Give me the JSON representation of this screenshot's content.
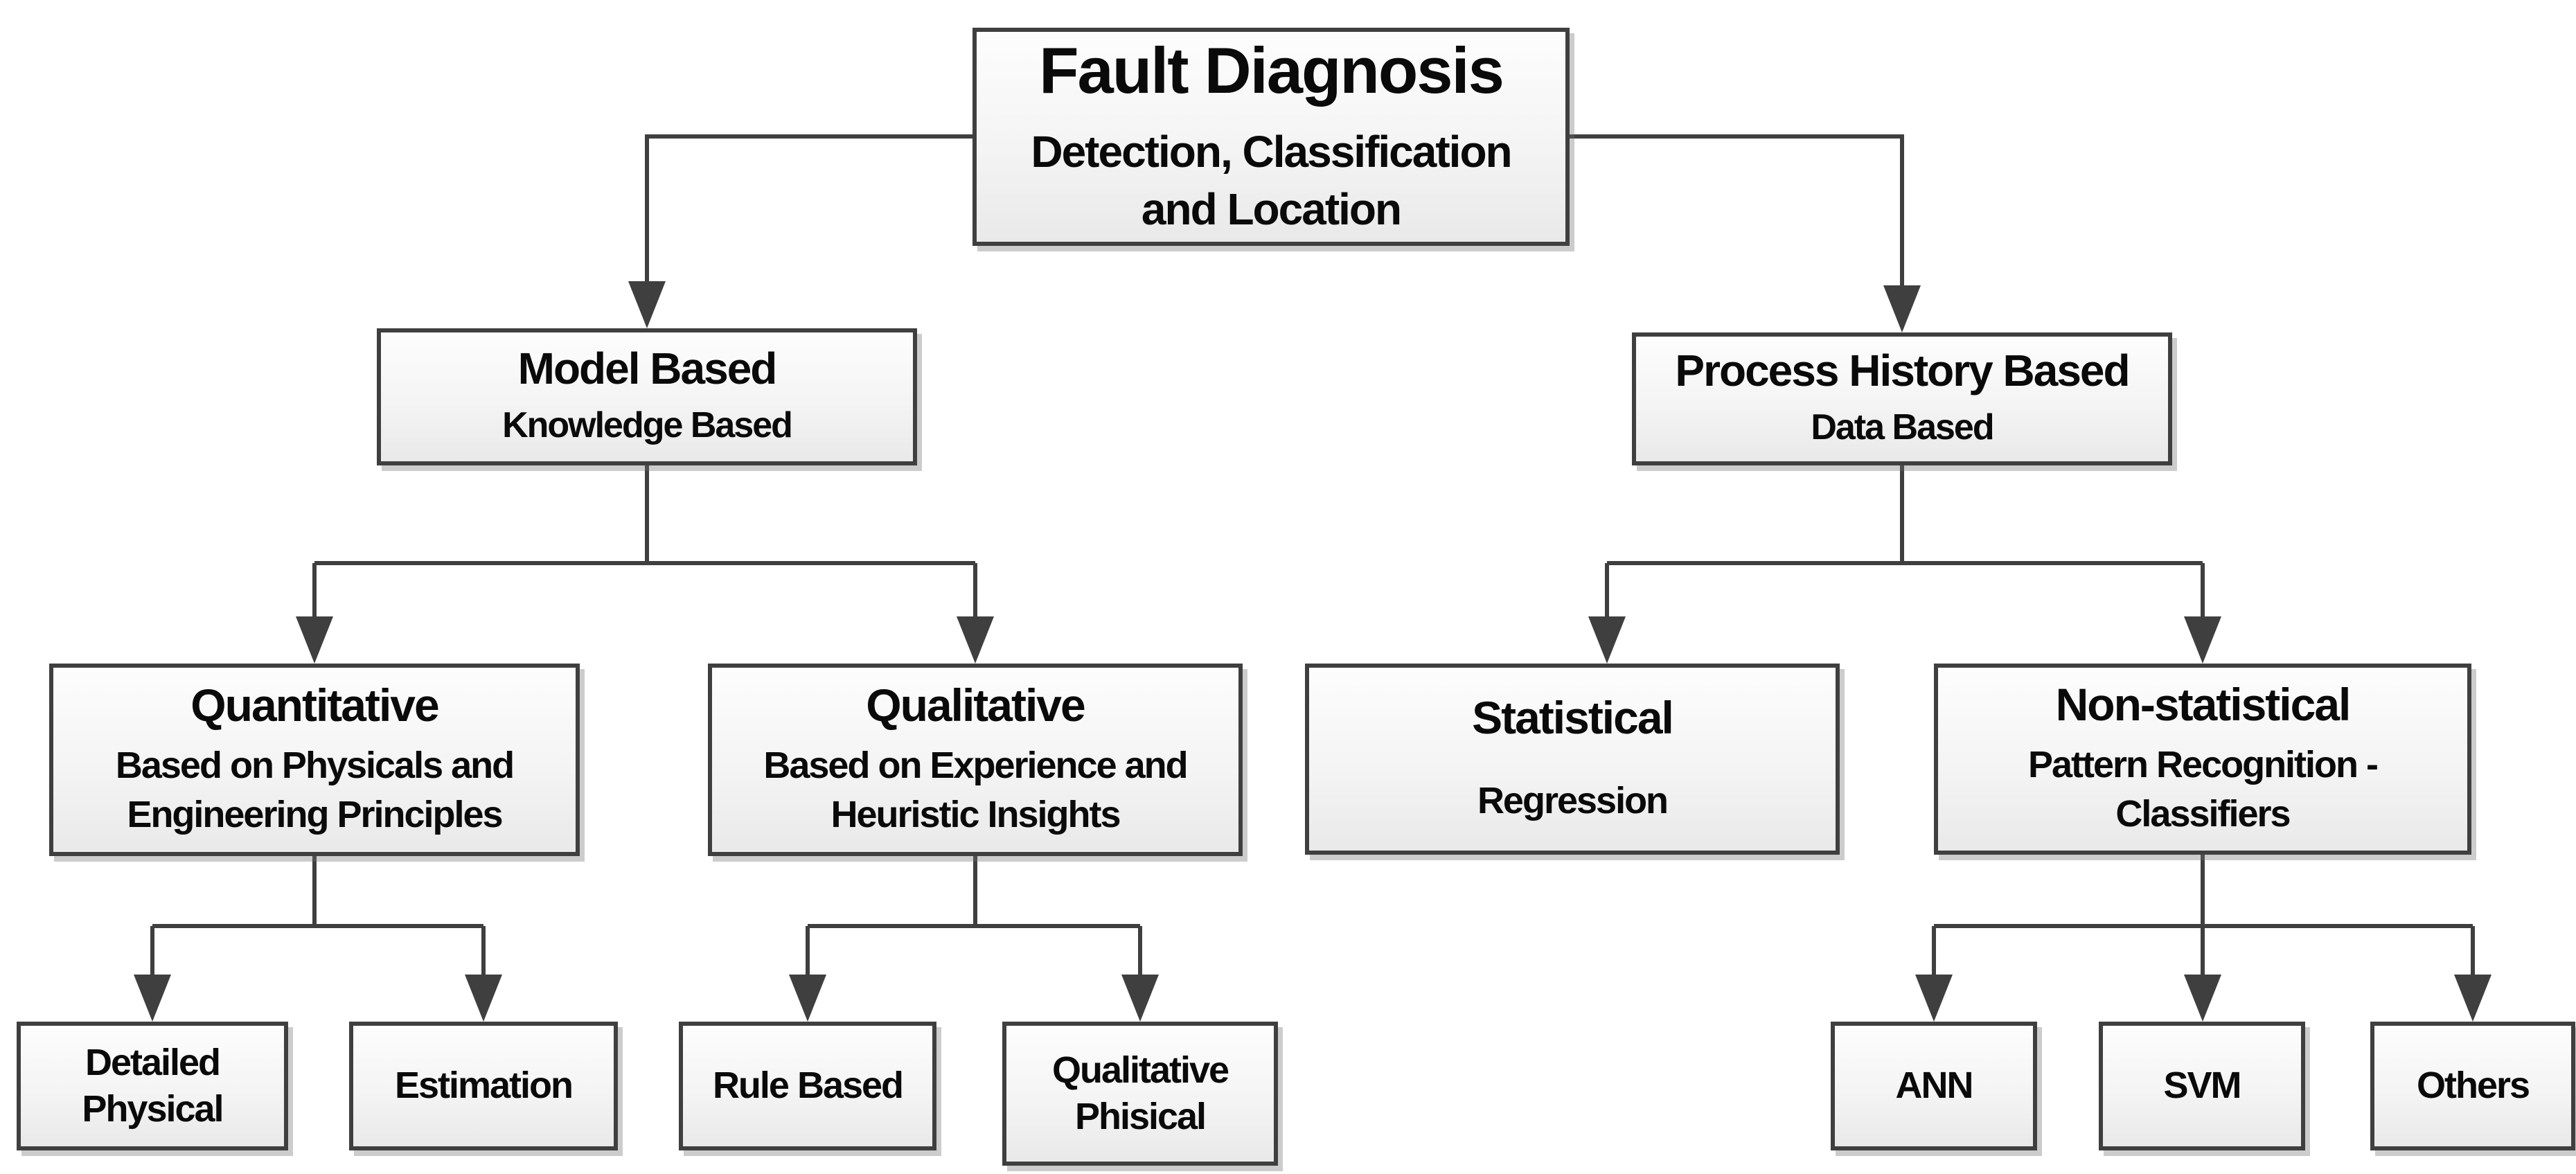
{
  "diagram": {
    "background_color": "#ffffff",
    "box_border_color": "#3f3f3f",
    "connector_color": "#3f3f3f",
    "box_fill_top": "#fdfdfd",
    "box_fill_bottom": "#e9e9e9",
    "text_color": "#0a0a0a",
    "nodes": {
      "fault_diagnosis": {
        "title": "Fault Diagnosis",
        "subtitle": "Detection, Classification and Location"
      },
      "model_based": {
        "title": "Model Based",
        "subtitle": "Knowledge Based"
      },
      "process_history_based": {
        "title": "Process History Based",
        "subtitle": "Data Based"
      },
      "quantitative": {
        "title": "Quantitative",
        "subtitle": "Based on Physicals and Engineering Principles"
      },
      "qualitative": {
        "title": "Qualitative",
        "subtitle": "Based on Experience and Heuristic Insights"
      },
      "statistical": {
        "title": "Statistical",
        "subtitle": "Regression"
      },
      "non_statistical": {
        "title": "Non-statistical",
        "subtitle": "Pattern Recognition - Classifiers"
      },
      "detailed_physical": {
        "title": "Detailed Physical"
      },
      "estimation": {
        "title": "Estimation"
      },
      "rule_based": {
        "title": "Rule Based"
      },
      "qualitative_phisical": {
        "title": "Qualitative Phisical"
      },
      "ann": {
        "title": "ANN"
      },
      "svm": {
        "title": "SVM"
      },
      "others": {
        "title": "Others"
      }
    },
    "edges": [
      [
        "fault_diagnosis",
        "model_based"
      ],
      [
        "fault_diagnosis",
        "process_history_based"
      ],
      [
        "model_based",
        "quantitative"
      ],
      [
        "model_based",
        "qualitative"
      ],
      [
        "process_history_based",
        "statistical"
      ],
      [
        "process_history_based",
        "non_statistical"
      ],
      [
        "quantitative",
        "detailed_physical"
      ],
      [
        "quantitative",
        "estimation"
      ],
      [
        "qualitative",
        "rule_based"
      ],
      [
        "qualitative",
        "qualitative_phisical"
      ],
      [
        "non_statistical",
        "ann"
      ],
      [
        "non_statistical",
        "svm"
      ],
      [
        "non_statistical",
        "others"
      ]
    ]
  }
}
